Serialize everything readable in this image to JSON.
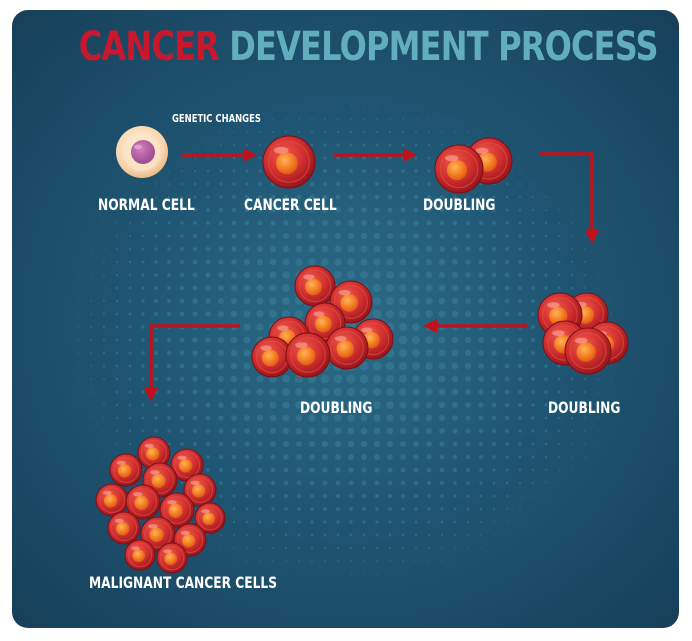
{
  "title": {
    "word1": "CANCER",
    "word2": "DEVELOPMENT PROCESS"
  },
  "labels": {
    "genetic_changes": "GENETIC CHANGES",
    "normal_cell": "NORMAL CELL",
    "cancer_cell": "CANCER CELL",
    "doubling_1": "DOUBLING",
    "doubling_2": "DOUBLING",
    "doubling_3": "DOUBLING",
    "malignant": "MALIGNANT CANCER CELLS"
  },
  "colors": {
    "title_red": "#c8182e",
    "title_teal": "#62aebd",
    "arrow_red": "#c0121c",
    "cell_red": "#c8262c",
    "nucleus_orange": "#f07a1e",
    "normal_cell_cream": "#f8d9b8",
    "normal_nucleus_purple": "#b05a9a",
    "background": "#1f5673"
  }
}
